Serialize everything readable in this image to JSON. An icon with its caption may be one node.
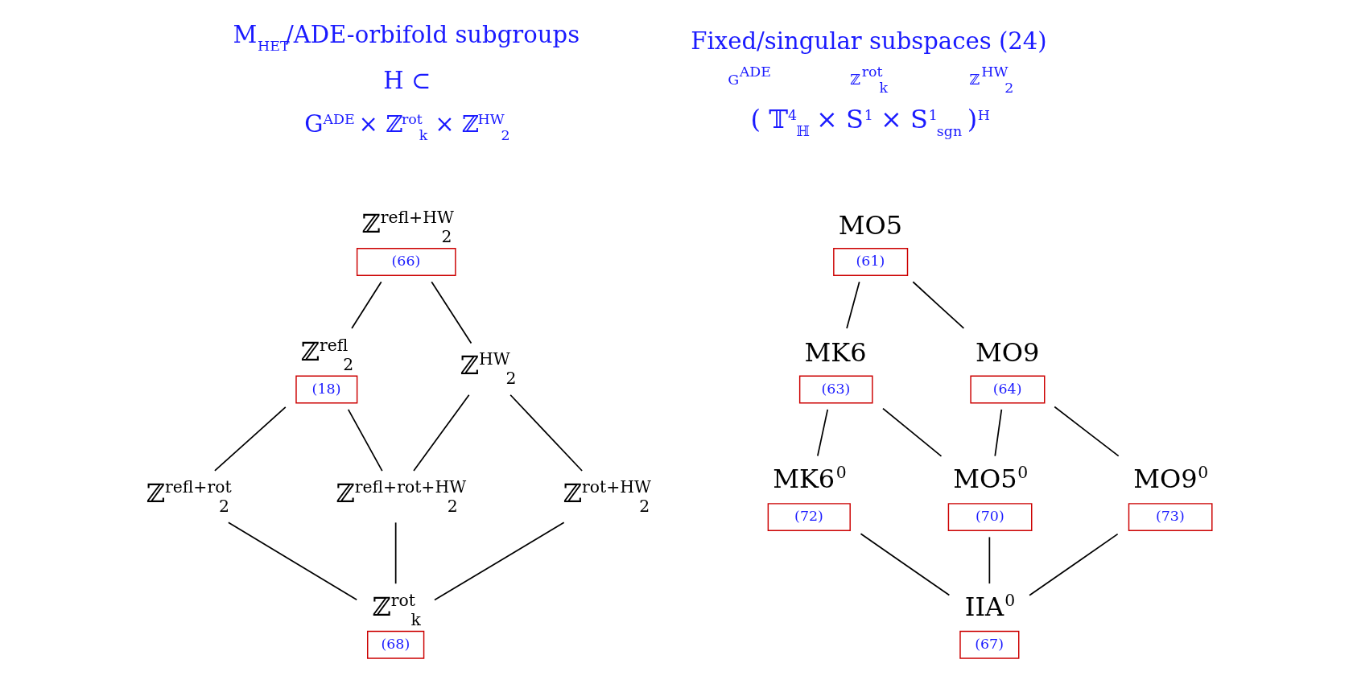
{
  "diagram": {
    "nodes": [
      {
        "text": [
          "ℤ$^{refl+HW}$$_{2}$",
          "(66)"
        ]
      },
      {
        "text": [
          "ℤ$^{refl}$$_{2}$",
          "(18)"
        ]
      },
      {
        "text": [
          "ℤ$^{HW}$$_{2}$"
        ]
      },
      {
        "text": [
          "ℤ$^{refl+rot+HW}$$_{2}$"
        ]
      },
      {
        "text": [
          "ℤ$^{refl+rot}$$_{2}$"
        ]
      },
      {
        "text": [
          "ℤ$^{rot+HW}$$_{2}$"
        ]
      },
      {
        "text": [
          "ℤ$^{rot}$$_{k}$",
          "(68)"
        ]
      },
      {
        "text": [
          "MO5",
          "(61)"
        ]
      },
      {
        "text": [
          "MK6",
          "(63)"
        ]
      },
      {
        "text": [
          "MO9",
          "(64)"
        ]
      },
      {
        "text": [
          "MO5$^{0}$",
          "(70)"
        ]
      },
      {
        "text": [
          "MK6$^{0}$",
          "(72)"
        ]
      },
      {
        "text": [
          "MO9$^{0}$",
          "(73)"
        ]
      },
      {
        "text": [
          "IIA$^{0}$",
          "(67)"
        ]
      }
    ],
    "edges": [
      {
        "from": 0,
        "to": 1,
        "arrow": "none"
      },
      {
        "from": 0,
        "to": 2,
        "arrow": "none"
      },
      {
        "from": 1,
        "to": 3,
        "arrow": "none"
      },
      {
        "from": 2,
        "to": 3,
        "arrow": "none"
      },
      {
        "from": 1,
        "to": 4,
        "arrow": "none"
      },
      {
        "from": 2,
        "to": 5,
        "arrow": "none"
      },
      {
        "from": 3,
        "to": 6,
        "arrow": "none"
      },
      {
        "from": 4,
        "to": 6,
        "arrow": "none"
      },
      {
        "from": 5,
        "to": 6,
        "arrow": "none"
      },
      {
        "from": 7,
        "to": 8,
        "arrow": "none"
      },
      {
        "from": 7,
        "to": 9,
        "arrow": "none"
      },
      {
        "from": 8,
        "to": 10,
        "arrow": "none"
      },
      {
        "from": 9,
        "to": 10,
        "arrow": "none"
      },
      {
        "from": 8,
        "to": 11,
        "arrow": "none"
      },
      {
        "from": 9,
        "to": 12,
        "arrow": "none"
      },
      {
        "from": 10,
        "to": 13,
        "arrow": "none"
      },
      {
        "from": 11,
        "to": 13,
        "arrow": "none"
      },
      {
        "from": 12,
        "to": 13,
        "arrow": "none"
      }
    ],
    "labels": [
      "M$_{HET}$/ADE-orbifold subgroups",
      "H ⊂",
      "G$^{ADE}$ × ℤ$^{rot}$$_{k}$ × ℤ$^{HW}$$_{2}$",
      "Fixed/singular subspaces (24)",
      "G$^{ADE}$",
      "ℤ$^{rot}$$_{k}$",
      "ℤ$^{HW}$$_{2}$",
      "( 𝕋$^{4}$$_{ℍ}$ × S$^{1}$ × S$^{1}$$_{sgn}$ )$^{H}$"
    ]
  }
}
